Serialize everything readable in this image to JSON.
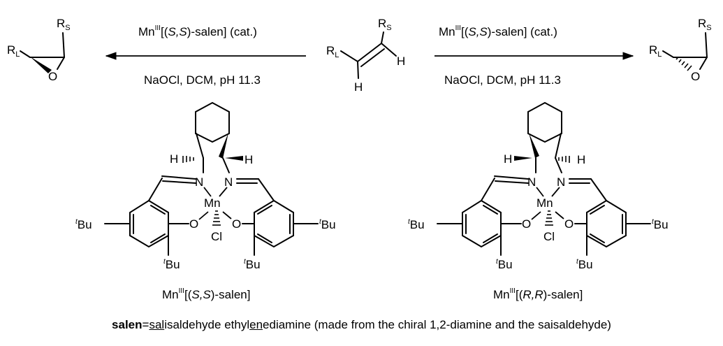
{
  "reaction": {
    "left_arrow": {
      "above": {
        "prefix": "Mn",
        "ox": "III",
        "open": "[(",
        "config": "S,S",
        "close": ")-salen] (cat.)"
      },
      "below": "NaOCl, DCM, pH 11.3"
    },
    "right_arrow": {
      "above": {
        "prefix": "Mn",
        "ox": "III",
        "open": "[(",
        "config": "S,S",
        "close": ")-salen] (cat.)"
      },
      "below": "NaOCl, DCM, pH 11.3"
    }
  },
  "atoms": {
    "R": "R",
    "L": "L",
    "S": "S",
    "O": "O",
    "H": "H",
    "N": "N",
    "Mn": "Mn",
    "Cl": "Cl",
    "tBu_t": "t",
    "tBu_Bu": "Bu"
  },
  "catalysts": [
    {
      "prefix": "Mn",
      "ox": "III",
      "open": "[(",
      "config": "S,S",
      "close": ")-salen]"
    },
    {
      "prefix": "Mn",
      "ox": "III",
      "open": "[(",
      "config": "R,R",
      "close": ")-salen]"
    }
  ],
  "footnote": {
    "term": "salen",
    "eq": "=",
    "p1": "sal",
    "p2": "isaldehyde ethyl",
    "p3": "en",
    "p4": "ediamine (made from the chiral 1,2-diamine and the saisaldehyde)"
  },
  "colors": {
    "ink": "#000000",
    "background": "#ffffff"
  }
}
